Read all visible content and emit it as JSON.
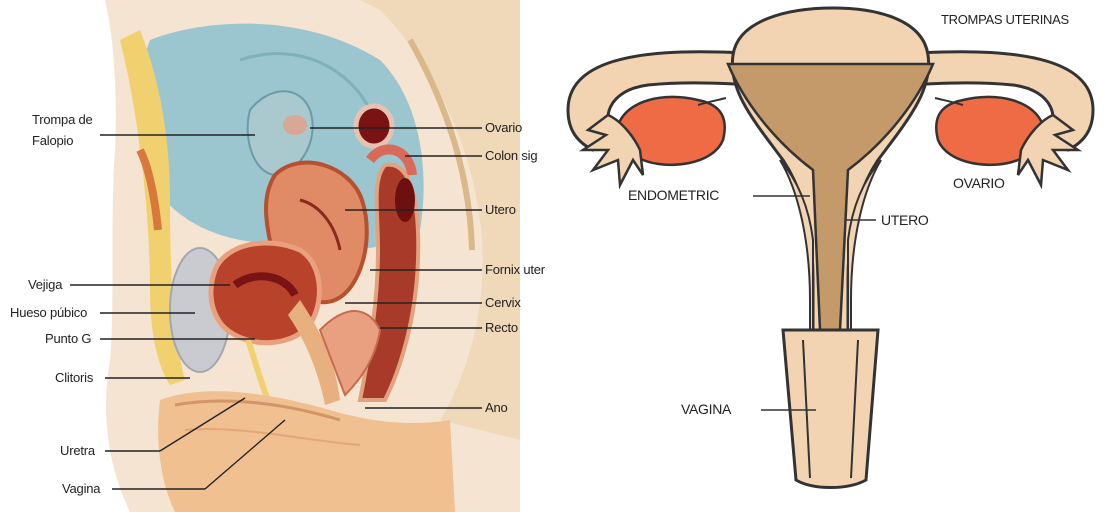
{
  "sagittal": {
    "labels_left": {
      "fallopian_tube_line1": "Trompa de",
      "fallopian_tube_line2": "Falopio",
      "bladder": "Vejiga",
      "pubic_bone": "Hueso púbico",
      "g_spot": "Punto G",
      "clitoris": "Clitoris",
      "urethra": "Uretra",
      "vagina": "Vagina"
    },
    "labels_right": {
      "ovary": "Ovario",
      "sigmoid_colon": "Colon sig",
      "uterus": "Utero",
      "uterine_fornix": "Fornix uter",
      "cervix": "Cervix",
      "rectum": "Recto",
      "anus": "Ano"
    }
  },
  "frontal": {
    "fallopian_tubes": "TROMPAS UTERINAS",
    "endometrium": "ENDOMETRIC",
    "ovary": "OVARIO",
    "uterus": "UTERO",
    "vagina": "VAGINA"
  },
  "colors": {
    "skin": "#f2c9a6",
    "tissue_pink": "#e8a37f",
    "uterus_red": "#b8432a",
    "dark_red": "#7a1414",
    "pelvic_blue": "#9cc6cf",
    "bone_yellow": "#f1d16f",
    "ovary_orange": "#ee6b45",
    "uterus_beige": "#f3d4b2",
    "endometrium_brown": "#c49a6a"
  }
}
